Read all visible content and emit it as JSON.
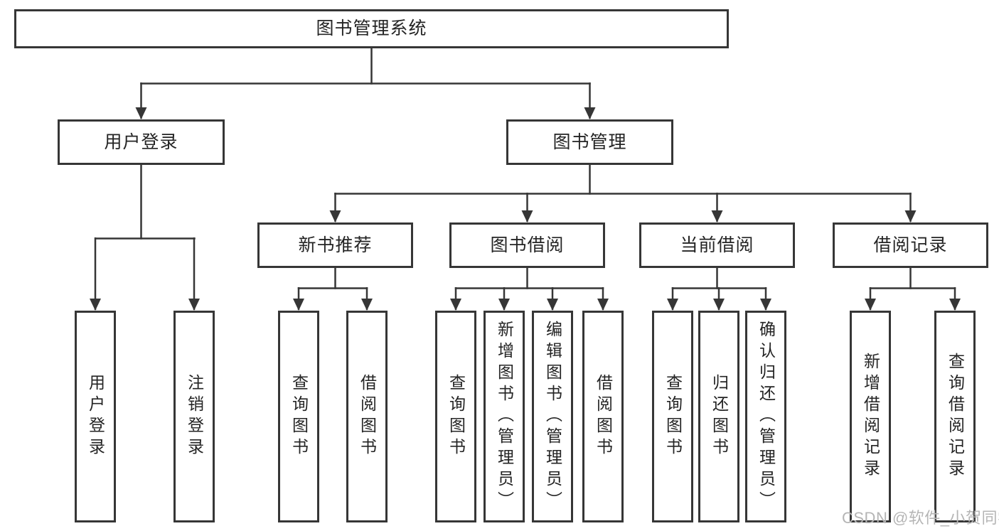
{
  "diagram": {
    "root": {
      "label": "图书管理系统"
    },
    "level1": [
      {
        "label": "用户登录"
      },
      {
        "label": "图书管理"
      }
    ],
    "level2": [
      {
        "label": "新书推荐"
      },
      {
        "label": "图书借阅"
      },
      {
        "label": "当前借阅"
      },
      {
        "label": "借阅记录"
      }
    ],
    "leaves": [
      {
        "label": "用户登录"
      },
      {
        "label": "注销登录"
      },
      {
        "label": "查询图书"
      },
      {
        "label": "借阅图书"
      },
      {
        "label": "查询图书"
      },
      {
        "label": "新增图书（管理员）"
      },
      {
        "label": "编辑图书（管理员）"
      },
      {
        "label": "借阅图书"
      },
      {
        "label": "查询图书"
      },
      {
        "label": "归还图书"
      },
      {
        "label": "确认归还（管理员）"
      },
      {
        "label": "新增借阅记录"
      },
      {
        "label": "查询借阅记录"
      }
    ]
  },
  "watermark": {
    "text": "CSDN @软件_小贺同学"
  },
  "colors": {
    "line": "#363636",
    "border": "#363636",
    "text": "#242424",
    "watermark": "#b5b5b5",
    "background": "#ffffff"
  }
}
